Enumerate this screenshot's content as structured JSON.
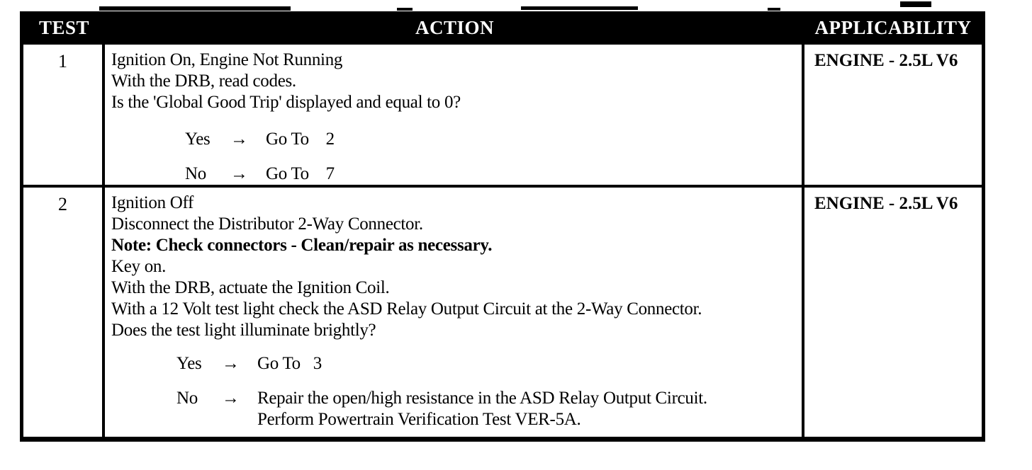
{
  "icons": {
    "arrow_right": "→"
  },
  "colors": {
    "ink": "#000000",
    "paper": "#ffffff"
  },
  "table": {
    "headers": [
      "TEST",
      "ACTION",
      "APPLICABILITY"
    ],
    "rows": [
      {
        "test": "1",
        "applicability": "ENGINE - 2.5L V6",
        "action_lines": [
          "Ignition On, Engine Not Running",
          "With the DRB, read codes.",
          "Is the 'Global Good Trip' displayed and equal to 0?"
        ],
        "answers": [
          {
            "label": "Yes",
            "result_lines": [
              "Go To    2"
            ]
          },
          {
            "label": "No",
            "result_lines": [
              "Go To    7"
            ]
          }
        ]
      },
      {
        "test": "2",
        "applicability": "ENGINE - 2.5L V6",
        "action_lines": [
          "Ignition Off",
          "Disconnect the Distributor 2-Way Connector.",
          "Note: Check connectors - Clean/repair as necessary.",
          "Key on.",
          "With the DRB, actuate the Ignition Coil.",
          "With a 12 Volt test light check the ASD Relay Output Circuit at the 2-Way Connector.",
          "Does the test light illuminate brightly?"
        ],
        "answers": [
          {
            "label": "Yes",
            "result_lines": [
              "Go To   3"
            ]
          },
          {
            "label": "No",
            "result_lines": [
              "Repair the open/high resistance in the ASD Relay Output Circuit.",
              "Perform Powertrain Verification Test VER-5A."
            ]
          }
        ]
      }
    ]
  }
}
